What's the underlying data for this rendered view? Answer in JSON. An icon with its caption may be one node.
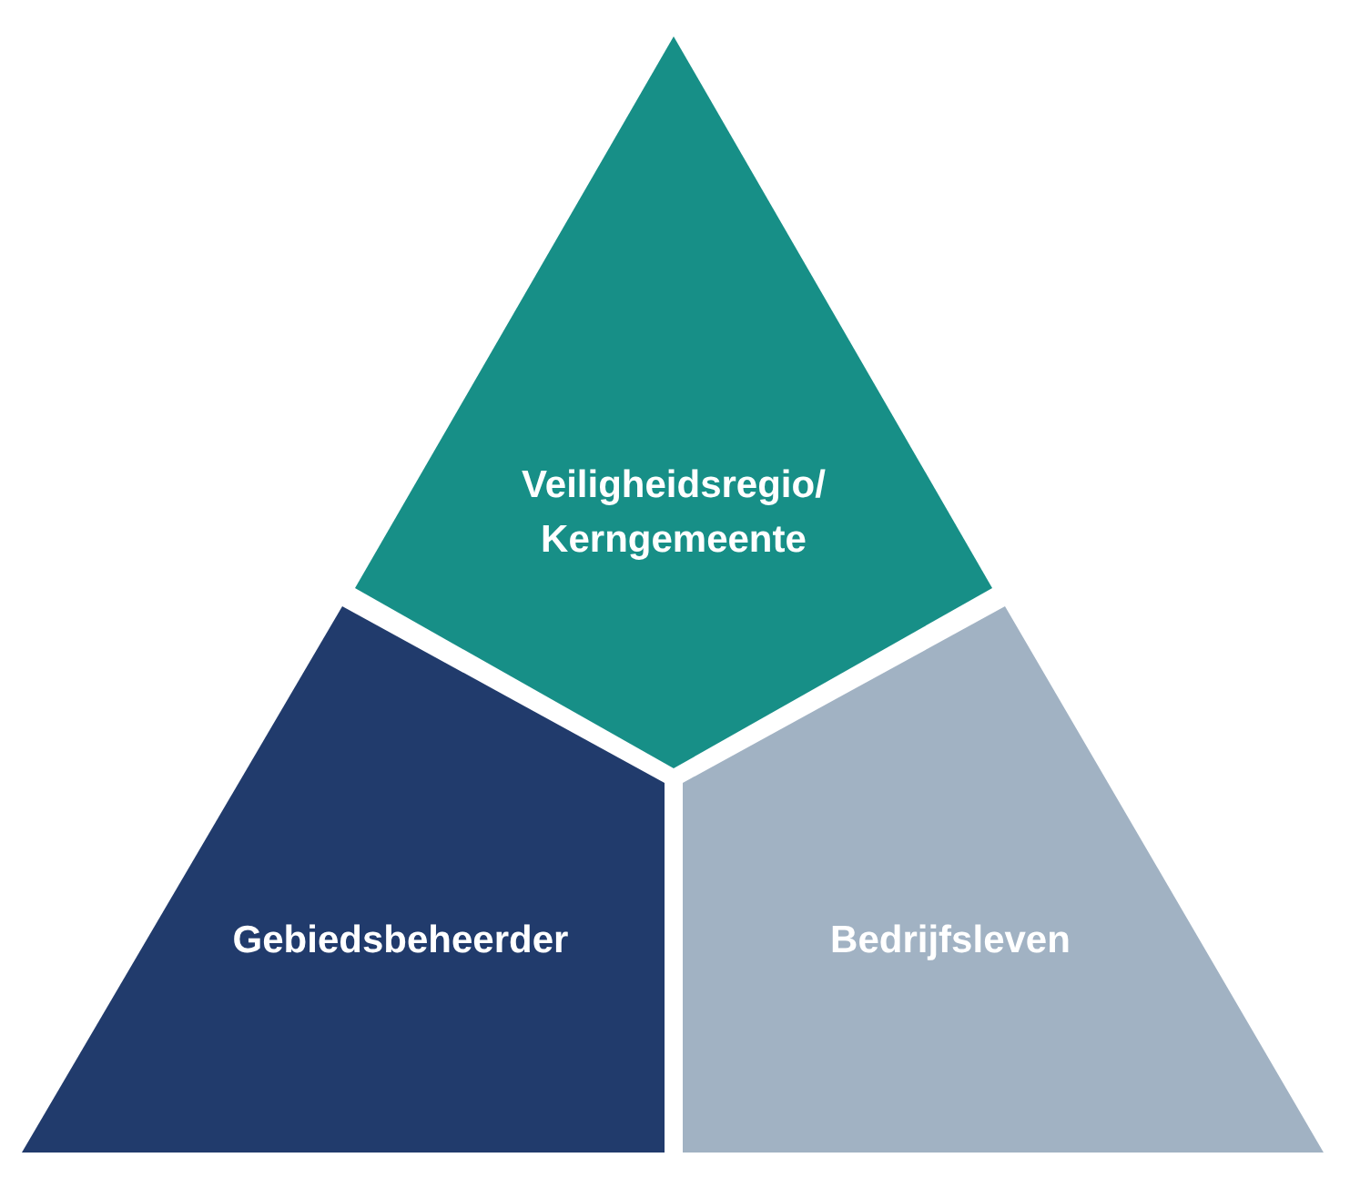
{
  "diagram": {
    "nodes": [
      {
        "text": [
          "Veiligheidsregio/ Kerngemeente"
        ]
      },
      {
        "text": [
          "Gebiedsbeheerder"
        ]
      },
      {
        "text": [
          "Bedrijfsleven"
        ]
      }
    ]
  }
}
